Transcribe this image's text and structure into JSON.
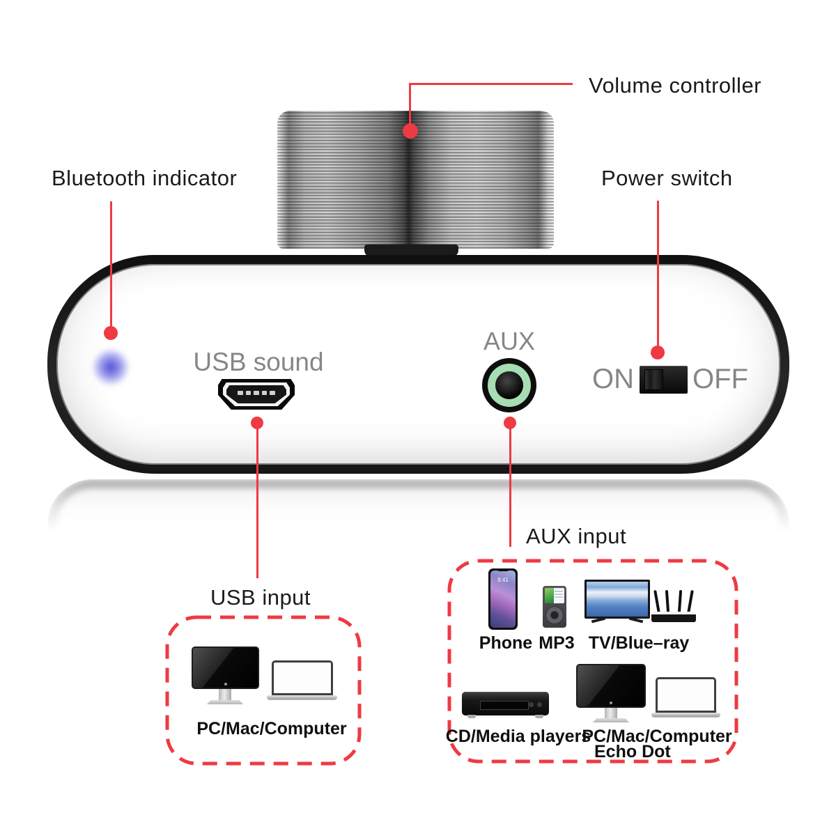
{
  "colors": {
    "accent_red": "#ee3a43",
    "led_blue": "#4a49d8",
    "jack_green": "#a6ddb4",
    "panel_text_gray": "#868686"
  },
  "callouts": {
    "volume": "Volume controller",
    "bluetooth": "Bluetooth indicator",
    "power": "Power switch",
    "usb_input": "USB input",
    "aux_input": "AUX input"
  },
  "panel": {
    "usb_port_label": "USB sound",
    "aux_jack_label": "AUX",
    "power_on_label": "ON",
    "power_off_label": "OFF"
  },
  "usb_box": {
    "computer_label": "PC/Mac/Computer"
  },
  "aux_box": {
    "phone_label": "Phone",
    "phone_time": "9:41",
    "mp3_label": "MP3",
    "tv_label": "TV/Blue–ray",
    "cd_label": "CD/Media players",
    "computer_label": "PC/Mac/Computer",
    "echo_label": "Echo Dot"
  },
  "icons": {
    "volume-knob": "ribbed metal cylinder",
    "bluetooth-led": "blue glow dot",
    "micro-usb-port": "trapezoid port",
    "aux-jack": "green ring jack",
    "power-switch": "slide switch",
    "monitor": "desktop display",
    "laptop": "open laptop",
    "phone": "smartphone",
    "mp3-player": "ipod",
    "tv": "flat tv",
    "router": "wifi router",
    "cd-player": "cd deck"
  }
}
